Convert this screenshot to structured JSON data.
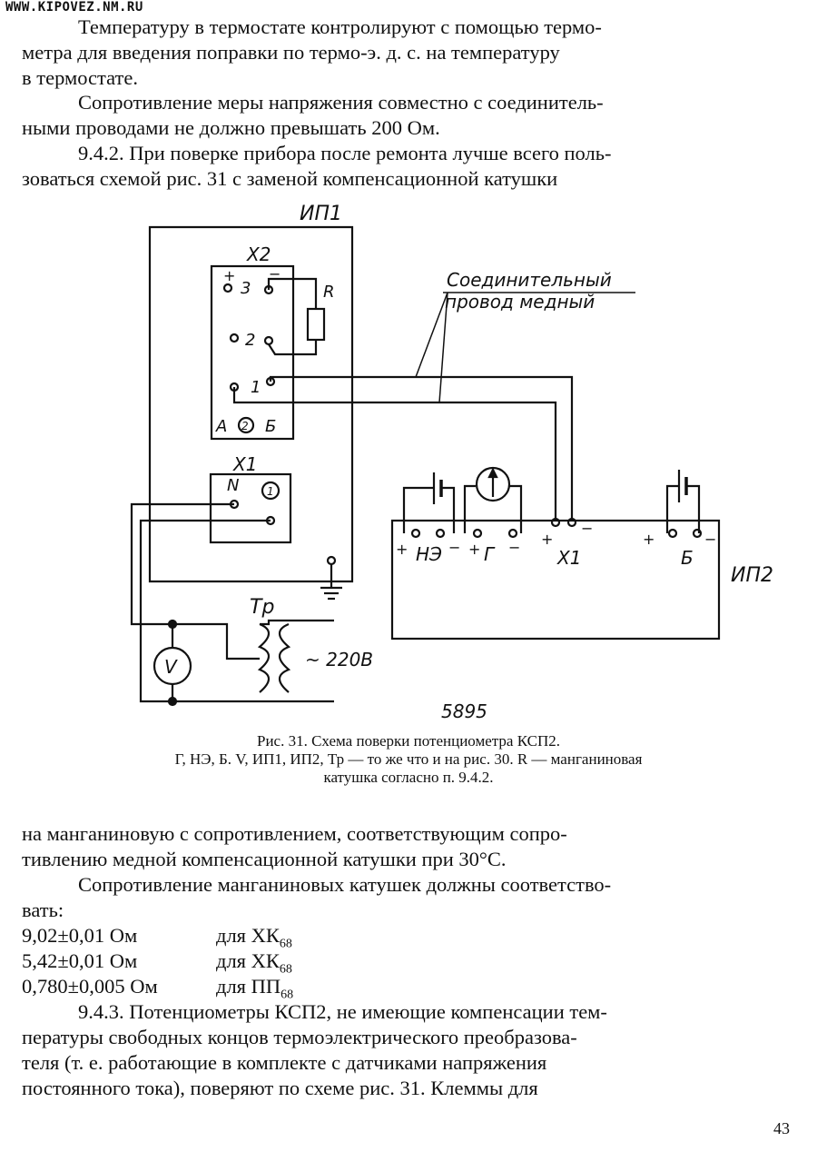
{
  "watermark": "WWW.KIPOVEZ.NM.RU",
  "top_paragraphs": [
    {
      "lines": [
        "Температуру в термостате контролируют с помощью термо-",
        "метра для введения поправки по термо-э. д. с. на температуру",
        "в термостате."
      ]
    },
    {
      "lines": [
        "Сопротивление меры напряжения совместно с соединитель-",
        "ными проводами не должно превышать 200 Ом."
      ]
    },
    {
      "lines": [
        "9.4.2. При поверке прибора после ремонта лучше всего поль-",
        "зоваться схемой рис. 31 с заменой компенсационной катушки"
      ]
    }
  ],
  "figure": {
    "labels": {
      "ip1": "ИП1",
      "x2": "Х2",
      "x1": "Х1",
      "r": "R",
      "wire_note_1": "Соединительный",
      "wire_note_2": "провод медный",
      "t_plus": "+",
      "t_minus": "−",
      "t3": "3",
      "t2": "2",
      "t1": "1",
      "a": "А",
      "circle2": "2",
      "b": "Б",
      "n": "N",
      "circle1": "1",
      "tr": "Тр",
      "v220": "~ 220В",
      "v": "V",
      "g": "Г",
      "ip2": "ИП2",
      "ne_plus": "+",
      "ne": "НЭ",
      "ne_minus": "−",
      "g_plus": "+",
      "g_label": "Г",
      "g_minus": "−",
      "x1_plus": "+",
      "x1_label": "Х1",
      "x1_minus": "−",
      "b_plus": "+",
      "b_label": "Б",
      "b_minus": "−",
      "code": "5895"
    }
  },
  "caption": {
    "line1": "Рис. 31. Схема поверки потенциометра КСП2.",
    "line2": "Г, НЭ, Б. V, ИП1, ИП2, Тр — то же что и на рис. 30. R — манганиновая",
    "line3": "катушка согласно п. 9.4.2."
  },
  "mid_paragraphs": [
    {
      "lines": [
        "на манганиновую с сопротивлением, соответствующим сопро-",
        "тивлению медной компенсационной катушки при 30°С."
      ]
    },
    {
      "lines": [
        "Сопротивление манганиновых катушек должны соответство-",
        "вать:"
      ]
    }
  ],
  "values_list": [
    {
      "value": "9,02±0,01 Ом",
      "for": "для ХК",
      "sub": "68"
    },
    {
      "value": "5,42±0,01 Ом",
      "for": "для ХК",
      "sub": "68"
    },
    {
      "value": "0,780±0,005 Ом",
      "for": "для ПП",
      "sub": "68"
    }
  ],
  "bottom_paragraph": {
    "lines": [
      "9.4.3. Потенциометры КСП2, не имеющие компенсации тем-",
      "пературы свободных концов термоэлектрического преобразова-",
      "теля (т. е. работающие в комплекте с датчиками напряжения",
      "постоянного тока), поверяют по схеме рис. 31. Клеммы для"
    ]
  },
  "page_number": "43"
}
